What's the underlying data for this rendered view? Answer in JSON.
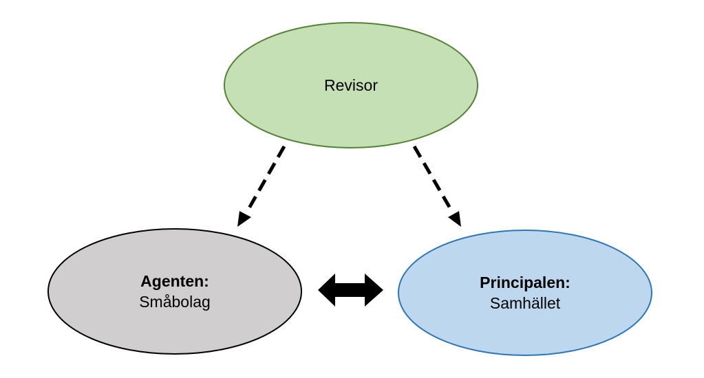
{
  "colors": {
    "revisor_fill": "#c5e0b4",
    "revisor_stroke": "#548235",
    "agent_fill": "#d0cece",
    "agent_stroke": "#000000",
    "principal_fill": "#bdd7ee",
    "principal_stroke": "#2e75b6",
    "arrow": "#000000"
  },
  "nodes": {
    "revisor": {
      "label": "Revisor"
    },
    "agent": {
      "title": "Agenten:",
      "subtitle": "Småbolag"
    },
    "principal": {
      "title": "Principalen:",
      "subtitle": "Samhället"
    }
  },
  "edges": [
    {
      "from": "revisor",
      "to": "agent",
      "style": "dashed",
      "direction": "forward"
    },
    {
      "from": "revisor",
      "to": "principal",
      "style": "dashed",
      "direction": "forward"
    },
    {
      "from": "agent",
      "to": "principal",
      "style": "solid-block",
      "direction": "both"
    }
  ]
}
